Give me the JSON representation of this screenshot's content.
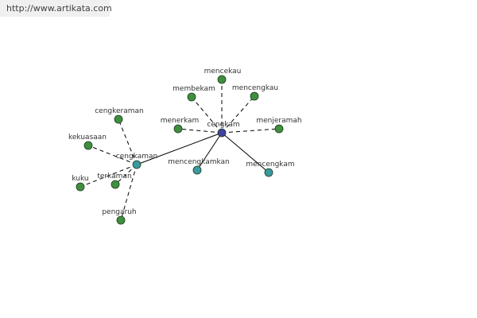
{
  "header": {
    "url": "http://www.artikata.com"
  },
  "colors": {
    "background": "#ffffff",
    "center_node": "#4040a0",
    "primary_node": "#3a9aa0",
    "secondary_node": "#3f8f3f",
    "edge": "#000000"
  },
  "graph": {
    "nodes": [
      {
        "id": "cengkam",
        "label": "cengkam",
        "kind": "center"
      },
      {
        "id": "cengkaman",
        "label": "cengkaman",
        "kind": "primary"
      },
      {
        "id": "mencengkamkan",
        "label": "mencengkamkan",
        "kind": "primary"
      },
      {
        "id": "mencengkam",
        "label": "mencengkam",
        "kind": "primary"
      },
      {
        "id": "mencekau",
        "label": "mencekau",
        "kind": "secondary"
      },
      {
        "id": "membekam",
        "label": "membekam",
        "kind": "secondary"
      },
      {
        "id": "mencengkau",
        "label": "mencengkau",
        "kind": "secondary"
      },
      {
        "id": "menerkam",
        "label": "menerkam",
        "kind": "secondary"
      },
      {
        "id": "menjeramah",
        "label": "menjeramah",
        "kind": "secondary"
      },
      {
        "id": "cengkeraman",
        "label": "cengkeraman",
        "kind": "secondary"
      },
      {
        "id": "kekuasaan",
        "label": "kekuasaan",
        "kind": "secondary"
      },
      {
        "id": "kuku",
        "label": "kuku",
        "kind": "secondary"
      },
      {
        "id": "terkaman",
        "label": "terkaman",
        "kind": "secondary"
      },
      {
        "id": "pengaruh",
        "label": "pengaruh",
        "kind": "secondary"
      }
    ],
    "edges": [
      {
        "from": "cengkam",
        "to": "cengkaman",
        "style": "solid"
      },
      {
        "from": "cengkam",
        "to": "mencengkamkan",
        "style": "solid"
      },
      {
        "from": "cengkam",
        "to": "mencengkam",
        "style": "solid"
      },
      {
        "from": "cengkam",
        "to": "mencekau",
        "style": "dashed"
      },
      {
        "from": "cengkam",
        "to": "membekam",
        "style": "dashed"
      },
      {
        "from": "cengkam",
        "to": "mencengkau",
        "style": "dashed"
      },
      {
        "from": "cengkam",
        "to": "menerkam",
        "style": "dashed"
      },
      {
        "from": "cengkam",
        "to": "menjeramah",
        "style": "dashed"
      },
      {
        "from": "cengkaman",
        "to": "cengkeraman",
        "style": "dashed"
      },
      {
        "from": "cengkaman",
        "to": "kekuasaan",
        "style": "dashed"
      },
      {
        "from": "cengkaman",
        "to": "kuku",
        "style": "dashed"
      },
      {
        "from": "cengkaman",
        "to": "terkaman",
        "style": "dashed"
      },
      {
        "from": "cengkaman",
        "to": "pengaruh",
        "style": "dashed"
      }
    ]
  }
}
